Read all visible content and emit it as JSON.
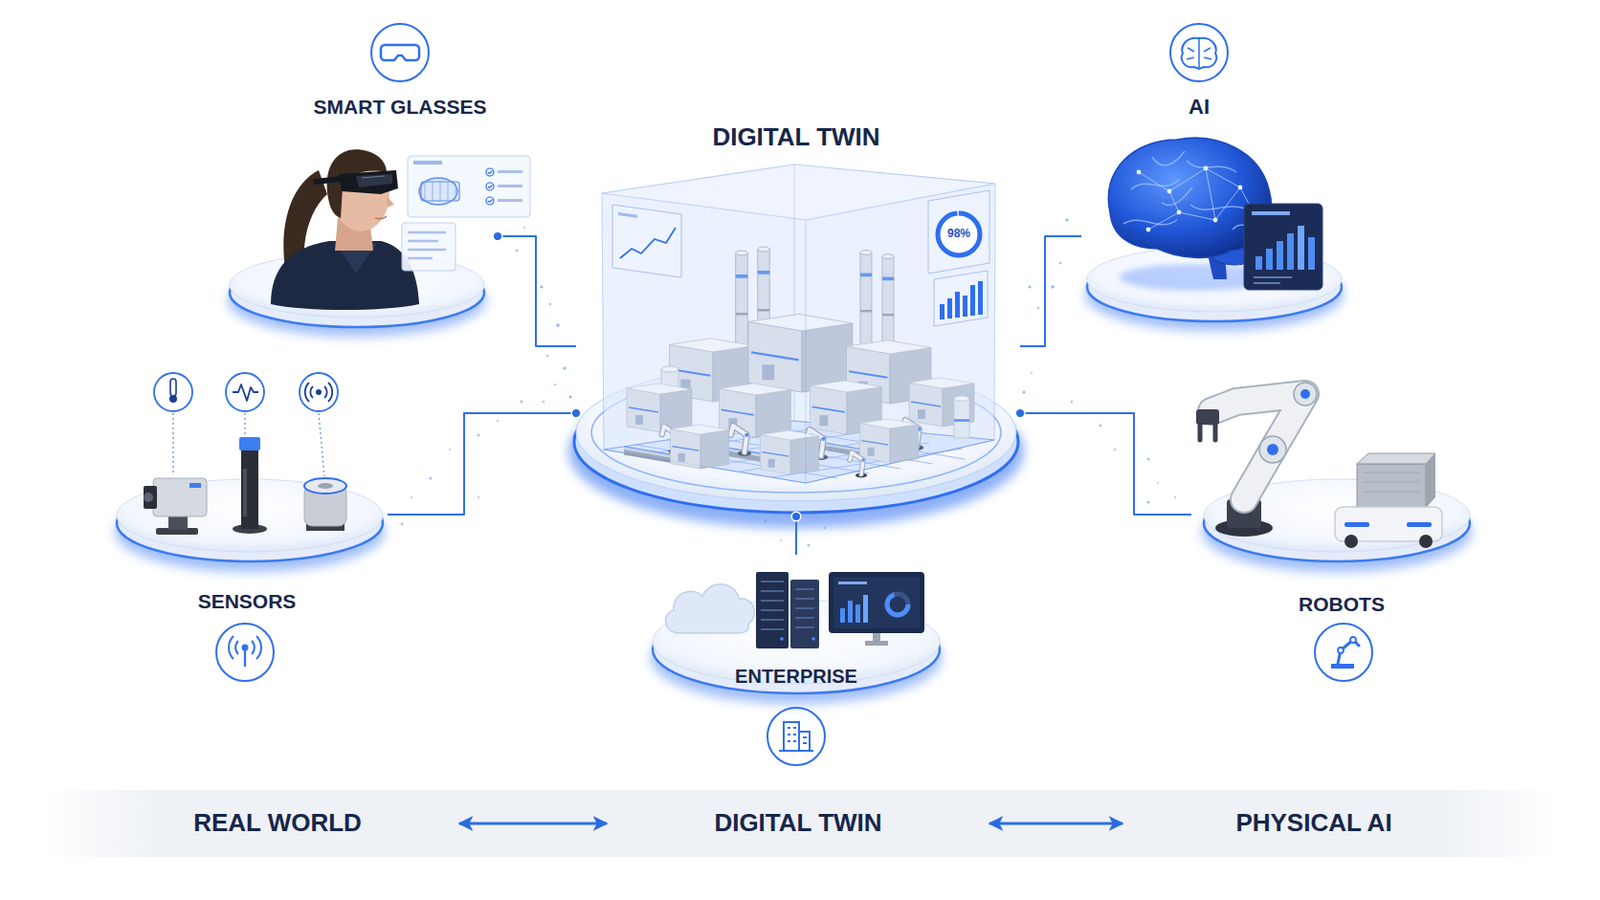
{
  "diagram": {
    "nodes": [
      {
        "text": [
          "SMART GLASSES"
        ]
      },
      {
        "text": [
          "DIGITAL TWIN"
        ]
      },
      {
        "text": [
          "AI"
        ]
      },
      {
        "text": [
          "SENSORS"
        ]
      },
      {
        "text": [
          "ROBOTS"
        ]
      },
      {
        "text": [
          "ENTERPRISE"
        ]
      },
      {
        "text": [
          "REAL WORLD"
        ]
      },
      {
        "text": [
          "DIGITAL TWIN"
        ]
      },
      {
        "text": [
          "PHYSICAL AI"
        ]
      }
    ],
    "edges": [
      {
        "from": 0,
        "to": 1,
        "arrow": "none"
      },
      {
        "from": 3,
        "to": 1,
        "arrow": "none"
      },
      {
        "from": 1,
        "to": 2,
        "arrow": "none"
      },
      {
        "from": 1,
        "to": 4,
        "arrow": "none"
      },
      {
        "from": 1,
        "to": 5,
        "arrow": "none"
      },
      {
        "from": 6,
        "to": 7,
        "arrow": "both"
      },
      {
        "from": 7,
        "to": 8,
        "arrow": "both"
      }
    ],
    "labels": [
      "98%"
    ]
  }
}
